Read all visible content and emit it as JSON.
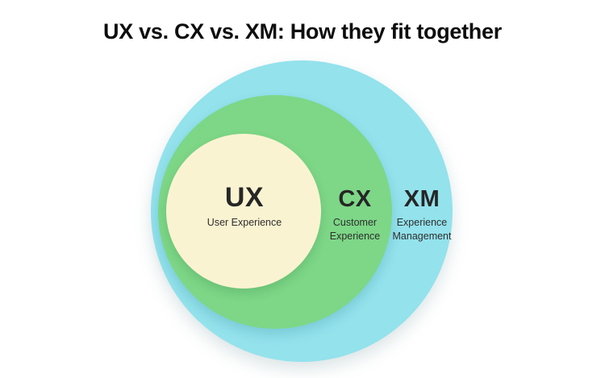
{
  "title": "UX vs. CX vs. XM: How they fit together",
  "circles": [
    {
      "abbr": "UX",
      "name": "User Experience",
      "color": "#FAF3D1"
    },
    {
      "abbr": "CX",
      "name": "Customer\nExperience",
      "color": "#7DD787"
    },
    {
      "abbr": "XM",
      "name": "Experience\nManagement",
      "color": "#93E2EC"
    }
  ],
  "colors": {
    "background": "#FFFFFF",
    "title_text": "#0D0D0D",
    "label_text": "#262626"
  }
}
